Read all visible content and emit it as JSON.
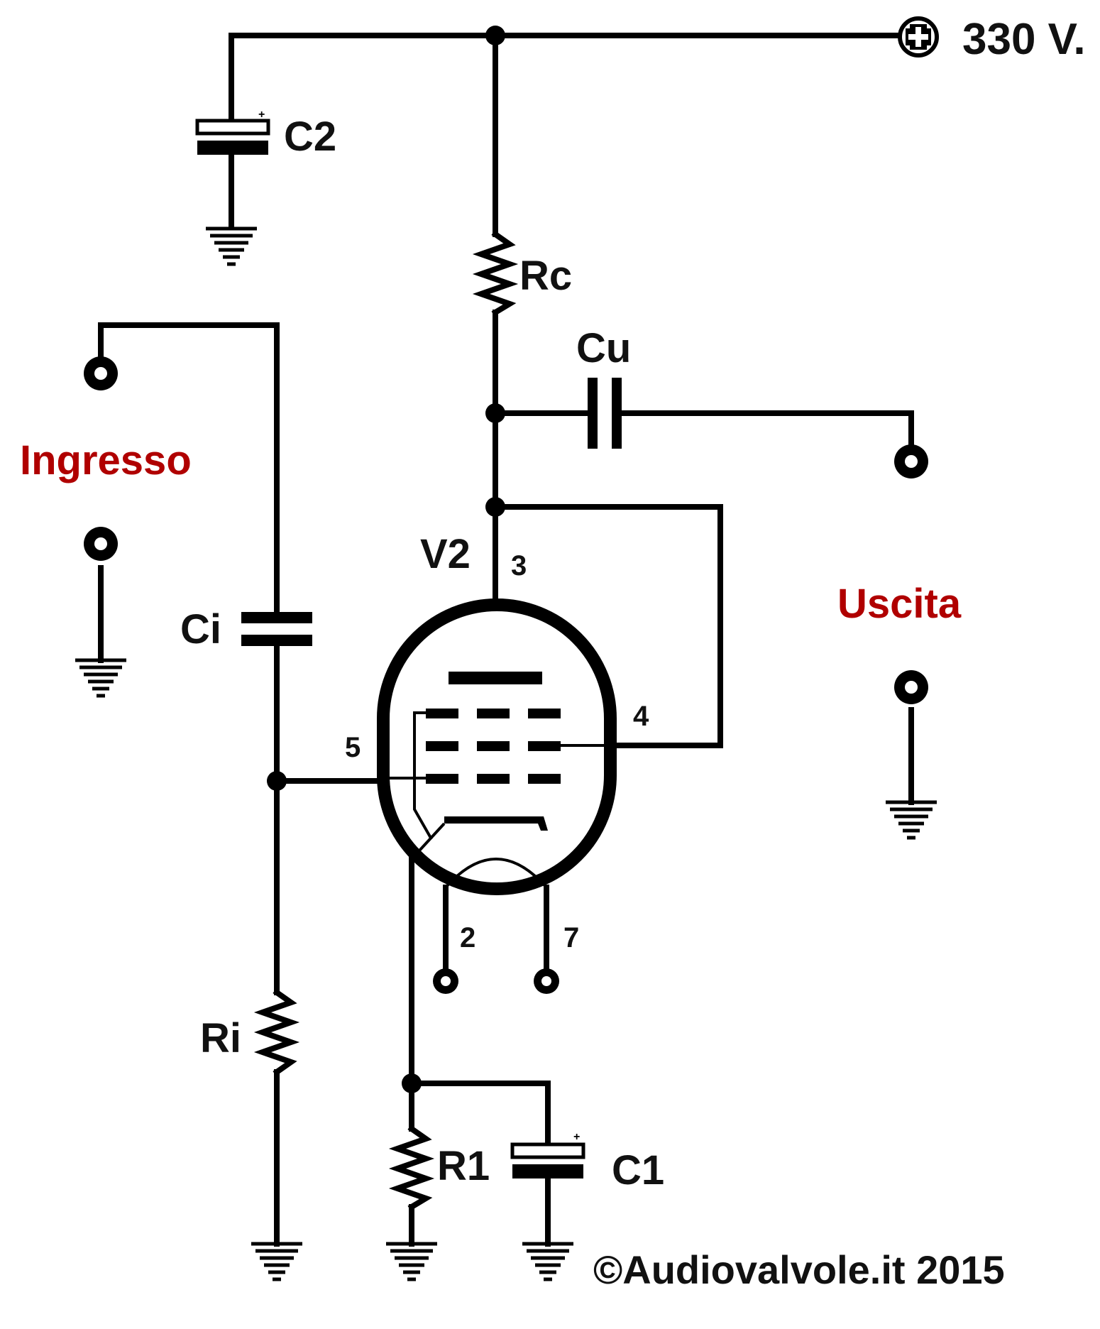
{
  "supply": {
    "voltage_label": "330 V."
  },
  "labels": {
    "c2": "C2",
    "rc": "Rc",
    "cu": "Cu",
    "ci": "Ci",
    "ri": "Ri",
    "r1": "R1",
    "c1": "C1",
    "v2": "V2",
    "input": "Ingresso",
    "output": "Uscita"
  },
  "pins": {
    "p3": "3",
    "p4": "4",
    "p5": "5",
    "p2": "2",
    "p7": "7"
  },
  "copyright": "©Audiovalvole.it 2015",
  "colors": {
    "line": "#000000",
    "accent_label": "#b00000"
  }
}
